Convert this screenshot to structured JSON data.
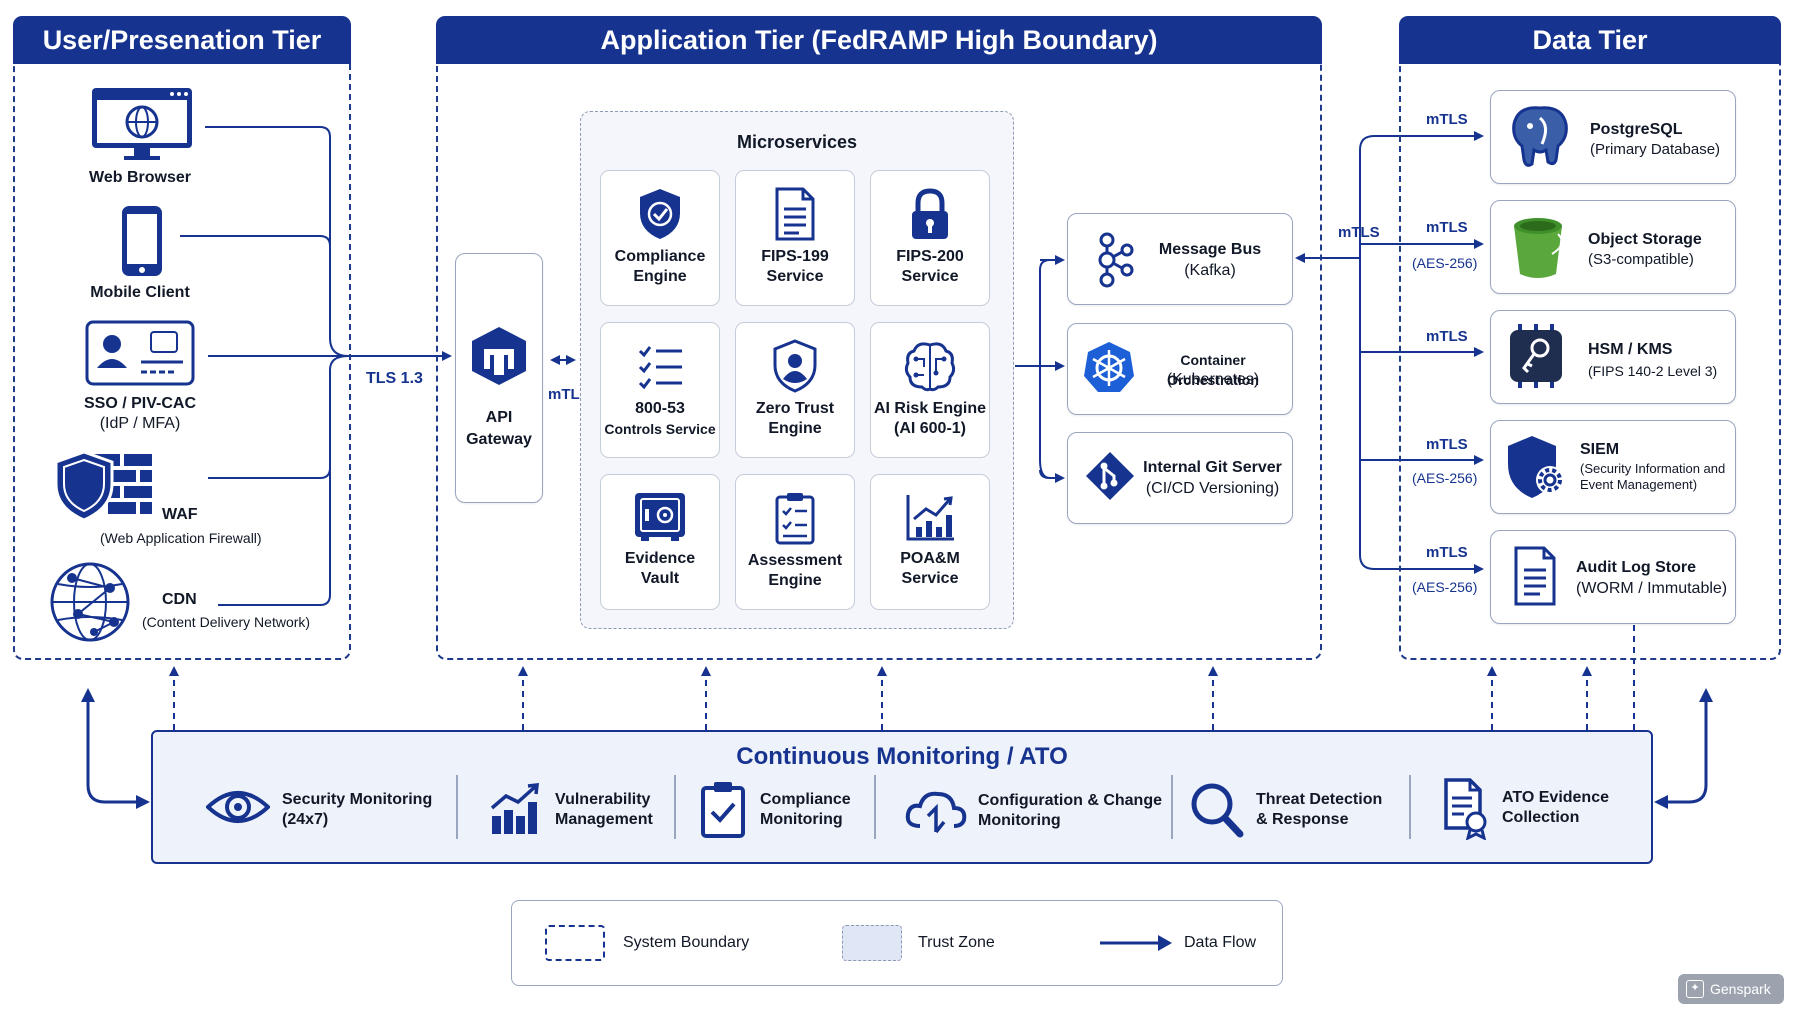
{
  "tiers": {
    "user": {
      "title": "User/Presenation Tier"
    },
    "app": {
      "title": "Application Tier (FedRAMP High Boundary)"
    },
    "data": {
      "title": "Data Tier"
    }
  },
  "clients": {
    "browser": "Web Browser",
    "mobile": "Mobile Client",
    "sso": "SSO / PIV-CAC",
    "sso_sub": "(IdP / MFA)",
    "waf": "WAF",
    "waf_sub": "(Web Application Firewall)",
    "cdn": "CDN",
    "cdn_sub": "(Content Delivery Network)"
  },
  "tls_label": "TLS 1.3",
  "gateway": {
    "line1": "API",
    "line2": "Gateway",
    "mtls": "mTLS"
  },
  "microservices": {
    "title": "Microservices",
    "items": [
      {
        "l1": "Compliance",
        "l2": "Engine"
      },
      {
        "l1": "FIPS-199",
        "l2": "Service"
      },
      {
        "l1": "FIPS-200",
        "l2": "Service"
      },
      {
        "l1": "800-53",
        "l2": "Controls Service"
      },
      {
        "l1": "Zero Trust",
        "l2": "Engine"
      },
      {
        "l1": "AI Risk Engine",
        "l2": "(AI 600-1)"
      },
      {
        "l1": "Evidence",
        "l2": "Vault"
      },
      {
        "l1": "Assessment",
        "l2": "Engine"
      },
      {
        "l1": "POA&M",
        "l2": "Service"
      }
    ]
  },
  "infra": {
    "bus": {
      "title": "Message Bus",
      "sub": "(Kafka)"
    },
    "k8s": {
      "title": "Container Orchestration",
      "sub": "(Kubernetes)"
    },
    "git": {
      "title": "Internal Git Server",
      "sub": "(CI/CD Versioning)"
    },
    "bus_mtls": "mTLS"
  },
  "data_stores": [
    {
      "title": "PostgreSQL",
      "sub": "(Primary Database)",
      "mtls": "mTLS",
      "aes": ""
    },
    {
      "title": "Object Storage",
      "sub": "(S3-compatible)",
      "mtls": "mTLS",
      "aes": "(AES-256)"
    },
    {
      "title": "HSM / KMS",
      "sub": "(FIPS 140-2 Level 3)",
      "mtls": "mTLS",
      "aes": ""
    },
    {
      "title": "SIEM",
      "sub": "(Security Information and",
      "sub2": "Event Management)",
      "mtls": "mTLS",
      "aes": "(AES-256)"
    },
    {
      "title": "Audit Log Store",
      "sub": "(WORM / Immutable)",
      "mtls": "mTLS",
      "aes": "(AES-256)"
    }
  ],
  "monitoring": {
    "title": "Continuous Monitoring / ATO",
    "items": [
      {
        "l1": "Security Monitoring",
        "l2": "(24x7)"
      },
      {
        "l1": "Vulnerability",
        "l2": "Management"
      },
      {
        "l1": "Compliance",
        "l2": "Monitoring"
      },
      {
        "l1": "Configuration & Change",
        "l2": "Monitoring"
      },
      {
        "l1": "Threat Detection",
        "l2": "& Response"
      },
      {
        "l1": "ATO Evidence",
        "l2": "Collection"
      }
    ]
  },
  "legend": {
    "boundary": "System Boundary",
    "trust": "Trust Zone",
    "flow": "Data Flow"
  },
  "watermark": "Genspark",
  "colors": {
    "primary": "#16338f",
    "trust_zone": "#eef2fa",
    "accent_green": "#5aa83c"
  }
}
